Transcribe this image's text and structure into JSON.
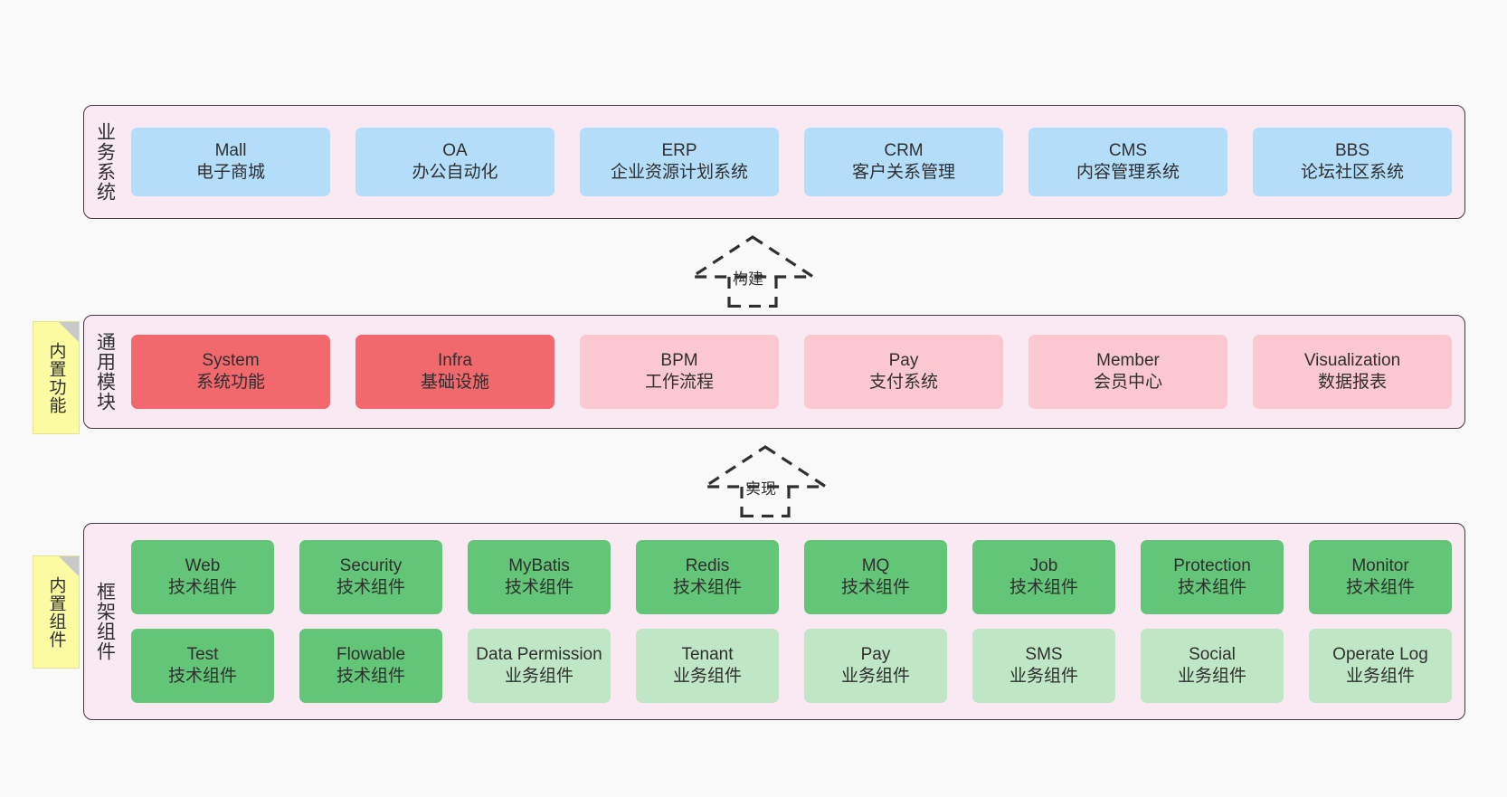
{
  "diagram": {
    "background_color": "#f9f9f9",
    "layer_fill": "#f8e9f3",
    "layer_border": "#413a42"
  },
  "business_layer": {
    "title": "业务系统",
    "cards": [
      {
        "en": "Mall",
        "cn": "电子商城",
        "color": "#b3ddf9"
      },
      {
        "en": "OA",
        "cn": "办公自动化",
        "color": "#b3ddf9"
      },
      {
        "en": "ERP",
        "cn": "企业资源计划系统",
        "color": "#b3ddf9"
      },
      {
        "en": "CRM",
        "cn": "客户关系管理",
        "color": "#b3ddf9"
      },
      {
        "en": "CMS",
        "cn": "内容管理系统",
        "color": "#b3ddf9"
      },
      {
        "en": "BBS",
        "cn": "论坛社区系统",
        "color": "#b3ddf9"
      }
    ]
  },
  "connector_build": {
    "label": "构建"
  },
  "module_layer": {
    "title": "通用模块",
    "note": "内置功能",
    "cards": [
      {
        "en": "System",
        "cn": "系统功能",
        "color": "#f1686d"
      },
      {
        "en": "Infra",
        "cn": "基础设施",
        "color": "#f1686d"
      },
      {
        "en": "BPM",
        "cn": "工作流程",
        "color": "#fbc8d1"
      },
      {
        "en": "Pay",
        "cn": "支付系统",
        "color": "#fbc8d1"
      },
      {
        "en": "Member",
        "cn": "会员中心",
        "color": "#fbc8d1"
      },
      {
        "en": "Visualization",
        "cn": "数据报表",
        "color": "#fbc8d1"
      }
    ]
  },
  "connector_implement": {
    "label": "实现"
  },
  "framework_layer": {
    "title": "框架组件",
    "note": "内置组件",
    "row1": [
      {
        "en": "Web",
        "cn": "技术组件",
        "color": "#63c577"
      },
      {
        "en": "Security",
        "cn": "技术组件",
        "color": "#63c577"
      },
      {
        "en": "MyBatis",
        "cn": "技术组件",
        "color": "#63c577"
      },
      {
        "en": "Redis",
        "cn": "技术组件",
        "color": "#63c577"
      },
      {
        "en": "MQ",
        "cn": "技术组件",
        "color": "#63c577"
      },
      {
        "en": "Job",
        "cn": "技术组件",
        "color": "#63c577"
      },
      {
        "en": "Protection",
        "cn": "技术组件",
        "color": "#63c577"
      },
      {
        "en": "Monitor",
        "cn": "技术组件",
        "color": "#63c577"
      }
    ],
    "row2": [
      {
        "en": "Test",
        "cn": "技术组件",
        "color": "#63c577"
      },
      {
        "en": "Flowable",
        "cn": "技术组件",
        "color": "#63c577"
      },
      {
        "en": "Data Permission",
        "cn": "业务组件",
        "color": "#bfe7c5"
      },
      {
        "en": "Tenant",
        "cn": "业务组件",
        "color": "#bfe7c5"
      },
      {
        "en": "Pay",
        "cn": "业务组件",
        "color": "#bfe7c5"
      },
      {
        "en": "SMS",
        "cn": "业务组件",
        "color": "#bfe7c5"
      },
      {
        "en": "Social",
        "cn": "业务组件",
        "color": "#bfe7c5"
      },
      {
        "en": "Operate Log",
        "cn": "业务组件",
        "color": "#bfe7c5"
      }
    ]
  }
}
